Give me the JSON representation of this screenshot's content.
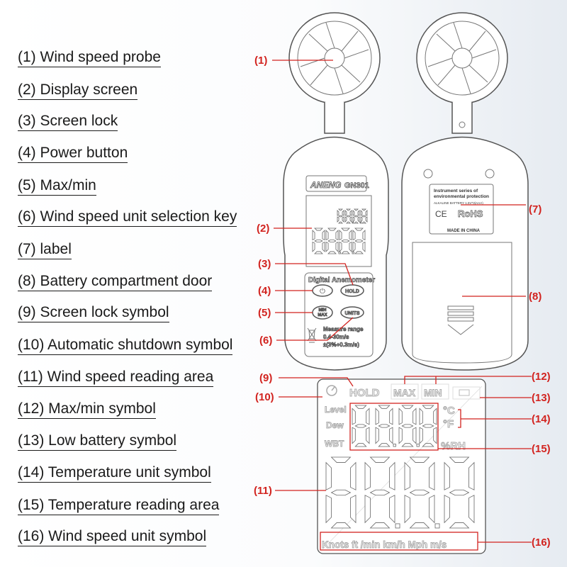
{
  "legend": [
    "(1) Wind speed probe",
    "(2) Display screen",
    "(3) Screen lock",
    "(4) Power button",
    "(5) Max/min",
    "(6) Wind speed unit selection key",
    "(7) label",
    "(8) Battery compartment door",
    "(9) Screen lock symbol",
    "(10) Automatic shutdown symbol",
    "(11) Wind speed reading area",
    "(12) Max/min symbol",
    "(13) Low battery symbol",
    "(14) Temperature unit symbol",
    "(15) Temperature reading area",
    "(16) Wind speed unit symbol"
  ],
  "callouts": [
    "(1)",
    "(2)",
    "(3)",
    "(4)",
    "(5)",
    "(6)",
    "(7)",
    "(8)",
    "(9)",
    "(10)",
    "(11)",
    "(12)",
    "(13)",
    "(14)",
    "(15)",
    "(16)"
  ],
  "front": {
    "brand": "ANENG",
    "model": "GN301",
    "title": "Digital Anemometer",
    "hold": "HOLD",
    "min": "MIN",
    "max": "MAX",
    "units": "UNITS",
    "range_label": "Measure range",
    "range_value": "0.4-30m/s",
    "accuracy": "±(3%+0.3m/s)"
  },
  "back": {
    "line1": "Instrument series of",
    "line2": "environmental protection",
    "battery": "ALKALINE BATTERY 1.5V*3(AAA)",
    "ce": "CE",
    "rohs": "RoHS",
    "made": "MADE IN CHINA"
  },
  "lcd": {
    "hold": "HOLD",
    "max": "MAX",
    "min": "MIN",
    "level": "Level",
    "dew": "Dew",
    "wbt": "WBT",
    "celsius": "°C",
    "fahrenheit": "°F",
    "rh": "%RH",
    "units": "Knots ft /min km/h Mph m/s"
  },
  "colors": {
    "callout": "#d2231f"
  }
}
